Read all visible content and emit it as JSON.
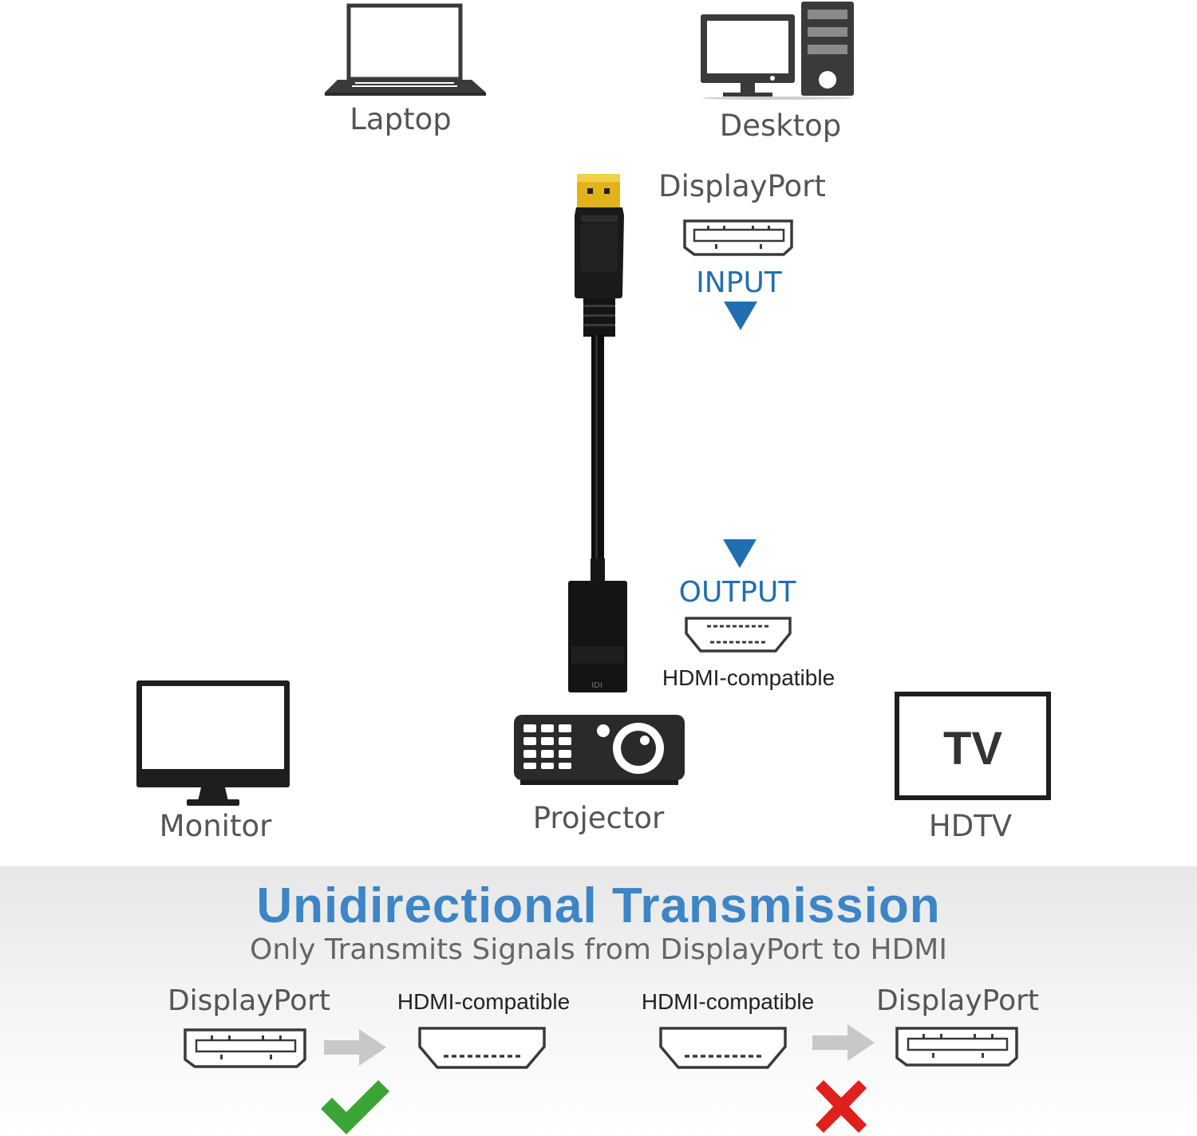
{
  "devices": {
    "laptop": "Laptop",
    "desktop": "Desktop",
    "monitor": "Monitor",
    "projector": "Projector",
    "hdtv": "HDTV",
    "tv_screen_text": "TV"
  },
  "adapter": {
    "input_port": "DisplayPort",
    "input_label": "INPUT",
    "output_label": "OUTPUT",
    "output_port": "HDMI-compatible"
  },
  "transmission": {
    "title": "Unidirectional Transmission",
    "subtitle": "Only Transmits Signals from DisplayPort to HDMI",
    "valid": {
      "from": "DisplayPort",
      "to": "HDMI-compatible",
      "status_icon": "check-icon"
    },
    "invalid": {
      "from": "HDMI-compatible",
      "to": "DisplayPort",
      "status_icon": "cross-icon"
    }
  },
  "colors": {
    "accent_blue": "#1f6fb2",
    "title_blue": "#3c85c6",
    "check_green": "#3aa535",
    "cross_red": "#e0201c"
  }
}
